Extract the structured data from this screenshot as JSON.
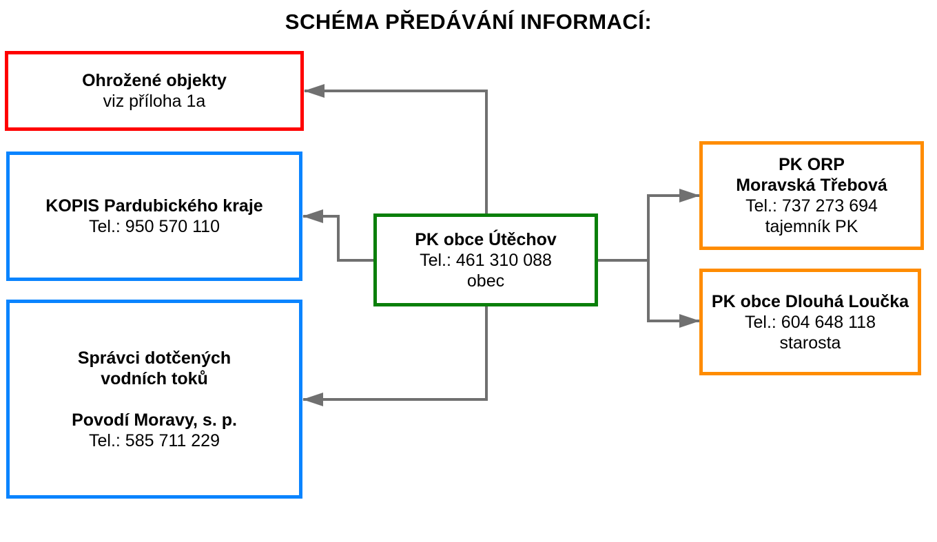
{
  "title": "SCHÉMA PŘEDÁVÁNÍ INFORMACÍ:",
  "colors": {
    "threatened": "#ff0000",
    "emergency": "#0a84ff",
    "center": "#0a7f0a",
    "regional": "#ff8c00",
    "connector": "#707070"
  },
  "nodes": {
    "threatened_objects": {
      "name": "Ohrožené objekty",
      "note": "viz příloha 1a"
    },
    "kopis": {
      "name": "KOPIS Pardubického kraje",
      "phone": "Tel.: 950 570 110"
    },
    "water_managers": {
      "name_line1": "Správci dotčených",
      "name_line2": "vodních toků",
      "org": "Povodí Moravy, s. p.",
      "phone": "Tel.: 585 711 229"
    },
    "center": {
      "name": "PK obce Útěchov",
      "phone": "Tel.: 461 310 088",
      "role": "obec"
    },
    "orp": {
      "name_line1": "PK ORP",
      "name_line2": "Moravská Třebová",
      "phone": "Tel.: 737 273 694",
      "role": "tajemník PK"
    },
    "dlouha_loucka": {
      "name": "PK obce Dlouhá Loučka",
      "phone": "Tel.: 604 648 118",
      "role": "starosta"
    }
  }
}
